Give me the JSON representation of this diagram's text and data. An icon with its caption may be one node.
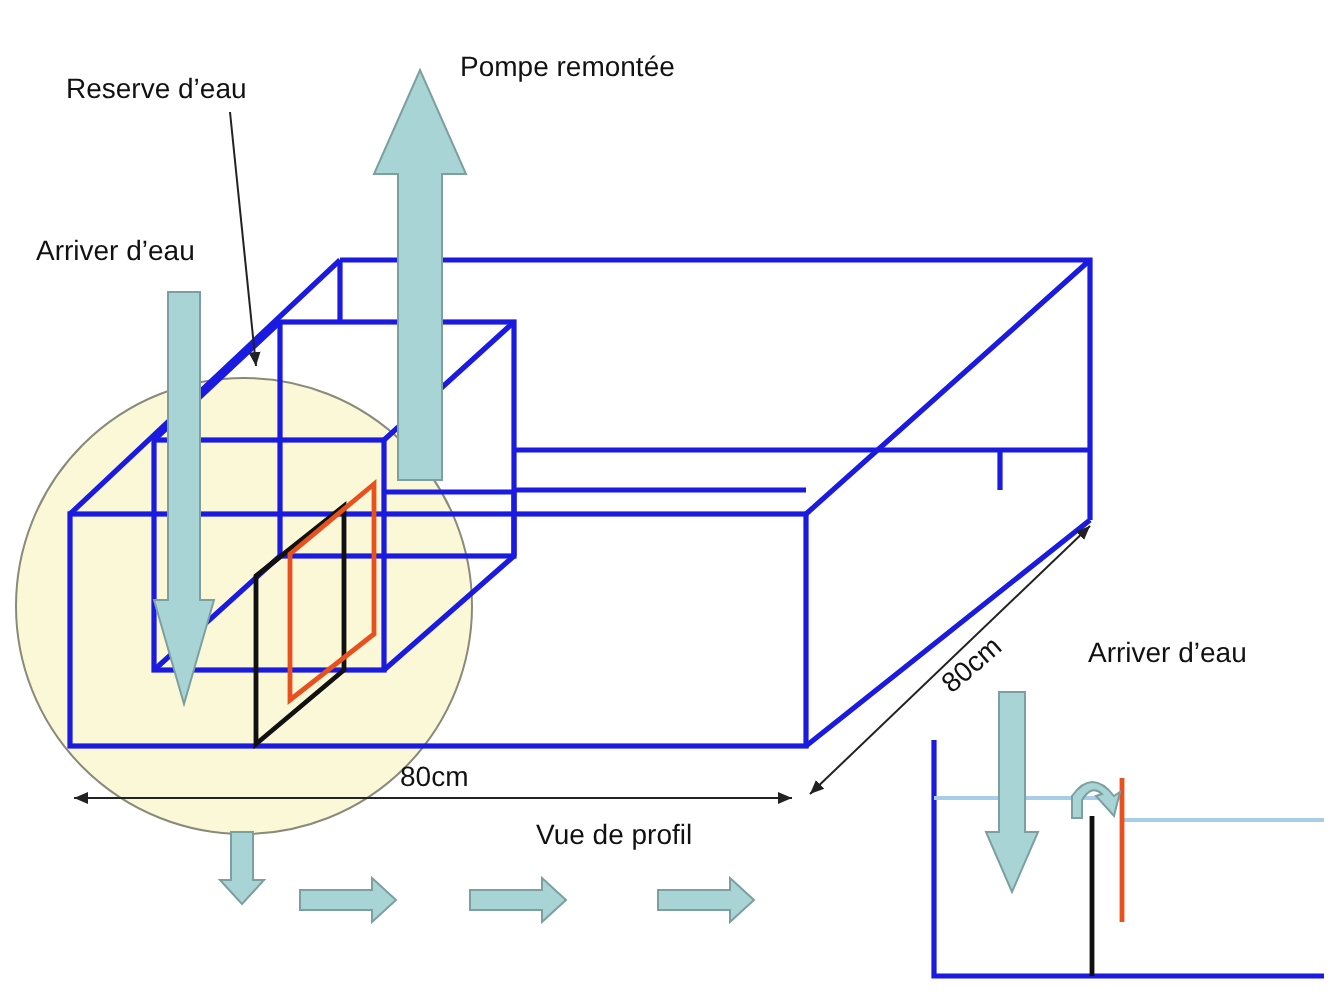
{
  "diagram": {
    "nodes": [
      {
        "text": [
          "Reserve d’eau"
        ]
      },
      {
        "text": [],
        "shape": "box"
      }
    ],
    "edges": [
      {
        "from": 0,
        "to": 1,
        "arrow": "to"
      }
    ],
    "labels": [
      "Pompe remontée",
      "Arriver d’eau",
      "80cm",
      "80cm",
      "Vue de profil",
      "Arriver d’eau"
    ]
  }
}
